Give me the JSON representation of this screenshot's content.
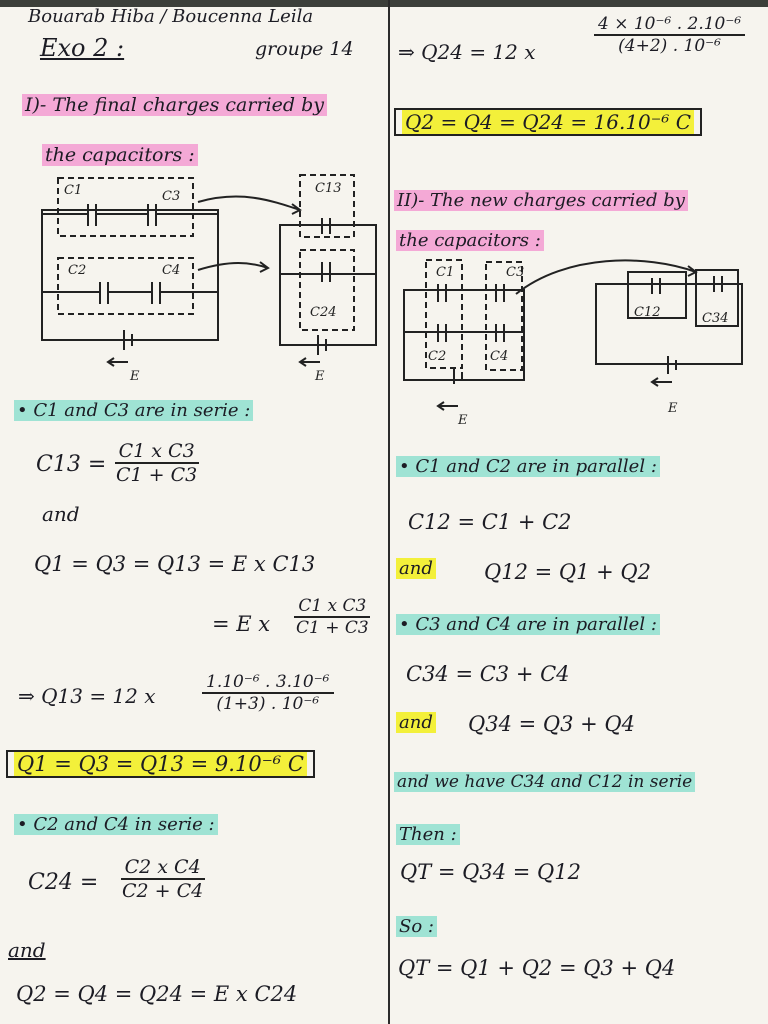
{
  "left": {
    "authors": "Bouarab Hiba / Boucenna Leila",
    "exercise": "Exo 2 :",
    "group": "groupe 14",
    "section1_line1": "I)- The final charges carried by",
    "section1_line2": "the capacitors :",
    "circuit1": {
      "labels": [
        "C1",
        "C3",
        "C2",
        "C4",
        "C13",
        "C24",
        "E",
        "E"
      ]
    },
    "c1c3_series": "• C1 and C3 are in serie :",
    "c13_lhs": "C13 =",
    "c13_num": "C1 x C3",
    "c13_den": "C1 + C3",
    "and1": "and",
    "q_eq_line": "Q1 = Q3 = Q13 = E x C13",
    "q_eq_line2_lhs": "= E x",
    "q_eq_line2_num": "C1 x C3",
    "q_eq_line2_den": "C1 + C3",
    "q13_lhs": "⇒ Q13 = 12 x",
    "q13_num": "1.10⁻⁶ . 3.10⁻⁶",
    "q13_den": "(1+3) . 10⁻⁶",
    "q13_result": "Q1 = Q3 = Q13 = 9.10⁻⁶ C",
    "c2c4_series": "• C2 and C4 in serie :",
    "c24_lhs": "C24 =",
    "c24_num": "C2 x C4",
    "c24_den": "C2 + C4",
    "and2": "and",
    "q24_line": "Q2 = Q4 = Q24 = E x C24"
  },
  "right": {
    "q24_lhs": "⇒ Q24 = 12 x",
    "q24_num": "4 × 10⁻⁶ . 2.10⁻⁶",
    "q24_den": "(4+2) . 10⁻⁶",
    "q24_result": "Q2 = Q4 = Q24 = 16.10⁻⁶ C",
    "section2_line1": "II)- The new charges carried by",
    "section2_line2": "the capacitors :",
    "circuit2": {
      "labels": [
        "C1",
        "C3",
        "C2",
        "C4",
        "C12",
        "C34",
        "E",
        "E"
      ]
    },
    "c1c2_parallel": "• C1 and C2 are in parallel :",
    "c12_eq": "C12 = C1 + C2",
    "and_q12_label": "and",
    "q12_eq": "Q12 = Q1 + Q2",
    "c3c4_parallel": "• C3 and C4 are in parallel :",
    "c34_eq": "C34 = C3 + C4",
    "and_q34_label": "and",
    "q34_eq": "Q34 = Q3 + Q4",
    "series_note": "and we have C34 and C12 in serie",
    "then_label": "Then :",
    "qt_eq": "QT = Q34 = Q12",
    "so_label": "So :",
    "qt_final": "QT = Q1 + Q2 = Q3 + Q4"
  },
  "colors": {
    "paper": "#f6f4ee",
    "ink": "#1c1c24",
    "highlight_pink": "#f4a9d6",
    "highlight_cyan": "#9fe3d4",
    "highlight_yellow": "#f3f03a"
  }
}
